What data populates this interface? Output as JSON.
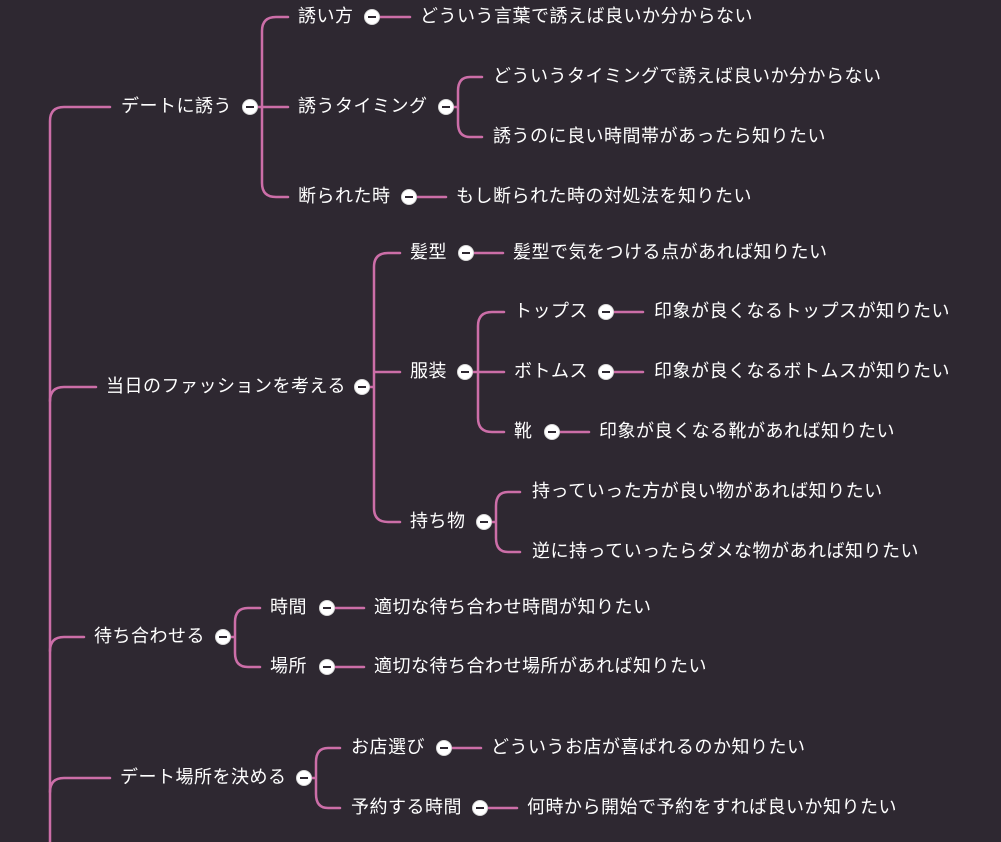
{
  "colors": {
    "background": "#2e2831",
    "branch_line": "#cc6ea8",
    "text": "#ffffff",
    "toggle": "#ffffff"
  },
  "icons": {
    "collapse_toggle": "minus-circle-icon"
  },
  "nodes": {
    "date_invite": "デートに誘う",
    "how_to_invite": "誘い方",
    "how_to_invite_leaf": "どういう言葉で誘えば良いか分からない",
    "invite_timing": "誘うタイミング",
    "invite_timing_leaf1": "どういうタイミングで誘えば良いか分からない",
    "invite_timing_leaf2": "誘うのに良い時間帯があったら知りたい",
    "when_declined": "断られた時",
    "when_declined_leaf": "もし断られた時の対処法を知りたい",
    "fashion": "当日のファッションを考える",
    "hairstyle": "髪型",
    "hairstyle_leaf": "髪型で気をつける点があれば知りたい",
    "clothing": "服装",
    "tops": "トップス",
    "tops_leaf": "印象が良くなるトップスが知りたい",
    "bottoms": "ボトムス",
    "bottoms_leaf": "印象が良くなるボトムスが知りたい",
    "shoes": "靴",
    "shoes_leaf": "印象が良くなる靴があれば知りたい",
    "belongings": "持ち物",
    "belongings_leaf1": "持っていった方が良い物があれば知りたい",
    "belongings_leaf2": "逆に持っていったらダメな物があれば知りたい",
    "meetup": "待ち合わせる",
    "meet_time": "時間",
    "meet_time_leaf": "適切な待ち合わせ時間が知りたい",
    "meet_place": "場所",
    "meet_place_leaf": "適切な待ち合わせ場所があれば知りたい",
    "date_place": "デート場所を決める",
    "shop_select": "お店選び",
    "shop_select_leaf": "どういうお店が喜ばれるのか知りたい",
    "reserve_time": "予約する時間",
    "reserve_time_leaf": "何時から開始で予約をすれば良いか知りたい"
  }
}
